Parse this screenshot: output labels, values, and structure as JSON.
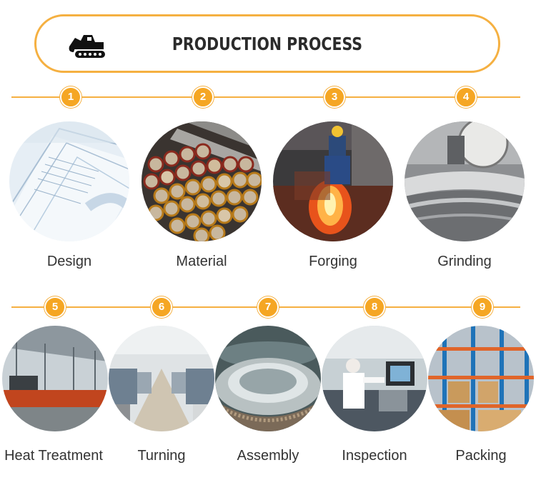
{
  "header": {
    "title": "PRODUCTION PROCESS",
    "icon": "excavator-icon"
  },
  "colors": {
    "accent": "#f5a623",
    "border": "#f5b041",
    "text": "#333333"
  },
  "steps": [
    {
      "number": "1",
      "label": "Design",
      "image": "blueprint-drawings"
    },
    {
      "number": "2",
      "label": "Material",
      "image": "steel-bar-stock"
    },
    {
      "number": "3",
      "label": "Forging",
      "image": "hot-forging-worker"
    },
    {
      "number": "4",
      "label": "Grinding",
      "image": "grinding-machine"
    },
    {
      "number": "5",
      "label": "Heat Treatment",
      "image": "heat-treatment-furnace"
    },
    {
      "number": "6",
      "label": "Turning",
      "image": "turning-workshop"
    },
    {
      "number": "7",
      "label": "Assembly",
      "image": "slewing-ring-assembly"
    },
    {
      "number": "8",
      "label": "Inspection",
      "image": "inspection-worker"
    },
    {
      "number": "9",
      "label": "Packing",
      "image": "packing-warehouse"
    }
  ]
}
